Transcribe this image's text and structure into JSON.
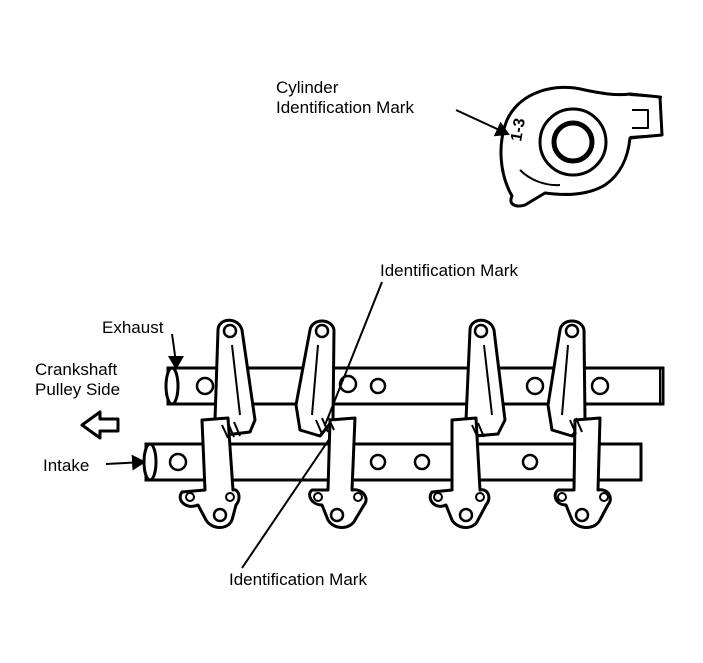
{
  "labels": {
    "cylinder_line1": "Cylinder",
    "cylinder_line2": "Identification Mark",
    "ident_top": "Identification Mark",
    "ident_bottom": "Identification Mark",
    "exhaust": "Exhaust",
    "crankshaft_line1": "Crankshaft",
    "crankshaft_line2": "Pulley Side",
    "intake": "Intake",
    "rocker_stamp": "1-3"
  }
}
